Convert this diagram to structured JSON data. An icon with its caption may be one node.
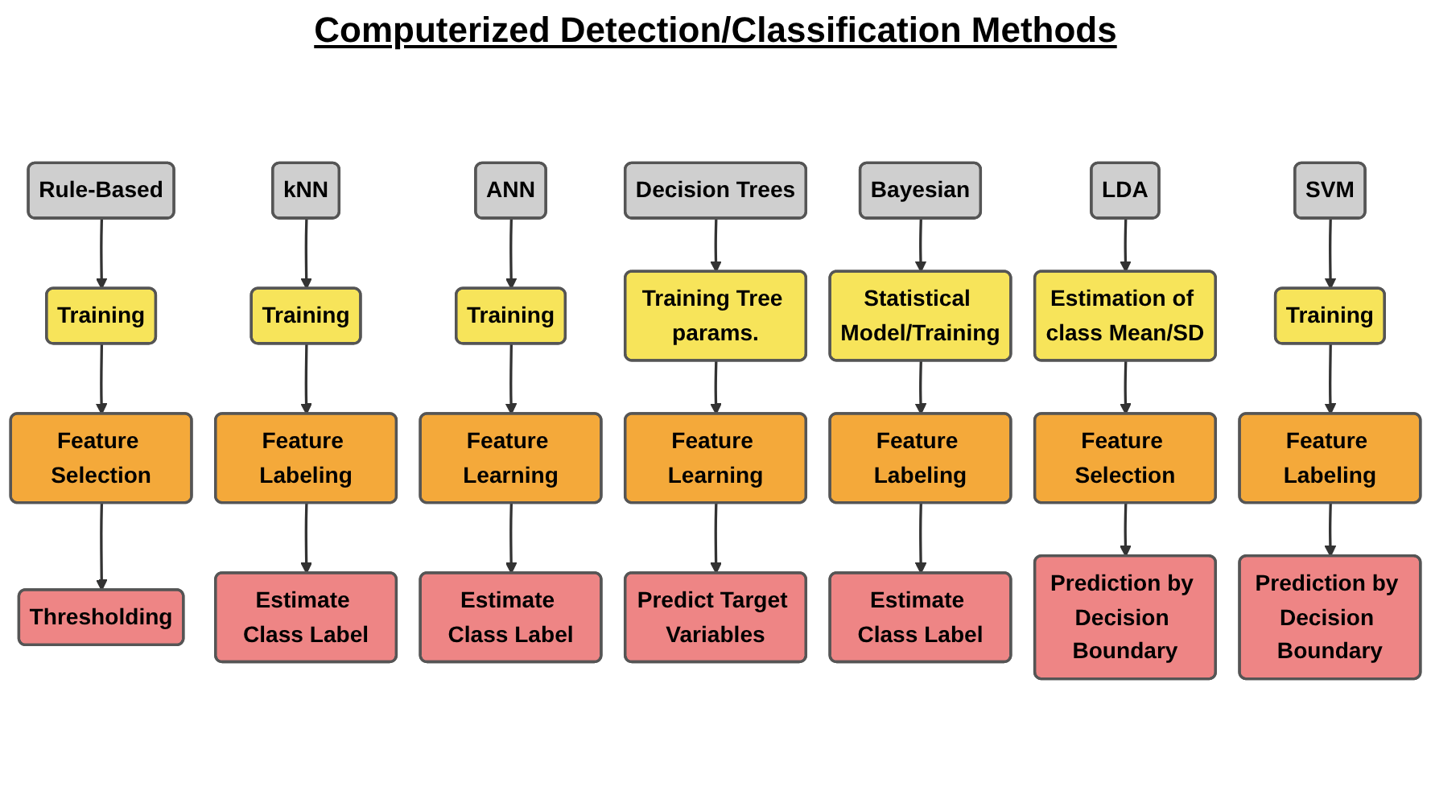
{
  "diagram": {
    "title": "Computerized Detection/Classification Methods",
    "nodes": [
      {
        "text": [
          "Rule-Based"
        ]
      },
      {
        "text": [
          "kNN"
        ]
      },
      {
        "text": [
          "ANN"
        ]
      },
      {
        "text": [
          "Decision Trees"
        ]
      },
      {
        "text": [
          "Bayesian"
        ]
      },
      {
        "text": [
          "LDA"
        ]
      },
      {
        "text": [
          "SVM"
        ]
      },
      {
        "text": [
          "Training"
        ]
      },
      {
        "text": [
          "Training"
        ]
      },
      {
        "text": [
          "Training"
        ]
      },
      {
        "text": [
          "Training Tree params."
        ]
      },
      {
        "text": [
          "Statistical Model/Training"
        ]
      },
      {
        "text": [
          "Estimation of class Mean/SD"
        ]
      },
      {
        "text": [
          "Training"
        ]
      },
      {
        "text": [
          "Feature Selection"
        ]
      },
      {
        "text": [
          "Feature Labeling"
        ]
      },
      {
        "text": [
          "Feature Learning"
        ]
      },
      {
        "text": [
          "Feature Learning"
        ]
      },
      {
        "text": [
          "Feature Labeling"
        ]
      },
      {
        "text": [
          "Feature Selection"
        ]
      },
      {
        "text": [
          "Feature Labeling"
        ]
      },
      {
        "text": [
          "Thresholding"
        ]
      },
      {
        "text": [
          "Estimate Class Label"
        ]
      },
      {
        "text": [
          "Estimate Class Label"
        ]
      },
      {
        "text": [
          "Predict Target Variables"
        ]
      },
      {
        "text": [
          "Estimate Class Label"
        ]
      },
      {
        "text": [
          "Prediction by Decision Boundary"
        ]
      },
      {
        "text": [
          "Prediction by Decision Boundary"
        ]
      }
    ],
    "edges": [
      {
        "from": 0,
        "to": 7,
        "arrow": "to"
      },
      {
        "from": 1,
        "to": 8,
        "arrow": "to"
      },
      {
        "from": 2,
        "to": 9,
        "arrow": "to"
      },
      {
        "from": 3,
        "to": 10,
        "arrow": "to"
      },
      {
        "from": 4,
        "to": 11,
        "arrow": "to"
      },
      {
        "from": 5,
        "to": 12,
        "arrow": "to"
      },
      {
        "from": 6,
        "to": 13,
        "arrow": "to"
      },
      {
        "from": 7,
        "to": 14,
        "arrow": "to"
      },
      {
        "from": 8,
        "to": 15,
        "arrow": "to"
      },
      {
        "from": 9,
        "to": 16,
        "arrow": "to"
      },
      {
        "from": 10,
        "to": 17,
        "arrow": "to"
      },
      {
        "from": 11,
        "to": 18,
        "arrow": "to"
      },
      {
        "from": 12,
        "to": 19,
        "arrow": "to"
      },
      {
        "from": 13,
        "to": 20,
        "arrow": "to"
      },
      {
        "from": 14,
        "to": 21,
        "arrow": "to"
      },
      {
        "from": 15,
        "to": 22,
        "arrow": "to"
      },
      {
        "from": 16,
        "to": 23,
        "arrow": "to"
      },
      {
        "from": 17,
        "to": 24,
        "arrow": "to"
      },
      {
        "from": 18,
        "to": 25,
        "arrow": "to"
      },
      {
        "from": 19,
        "to": 26,
        "arrow": "to"
      },
      {
        "from": 20,
        "to": 27,
        "arrow": "to"
      }
    ]
  }
}
